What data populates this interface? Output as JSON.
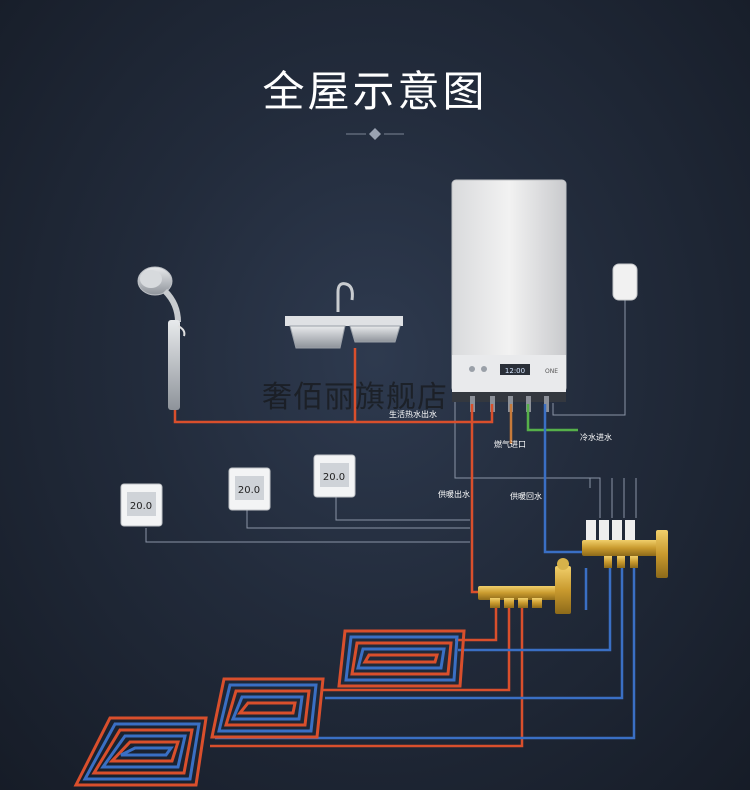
{
  "title": "全屋示意图",
  "labels": {
    "domestic_hot_water_out": "生活热水出水",
    "gas_inlet": "燃气进口",
    "cold_water_in": "冷水进水",
    "heating_supply": "供暖出水",
    "heating_return": "供暖回水"
  },
  "boiler_panel": {
    "display": "12:00",
    "badge": "ONE"
  },
  "thermostats": [
    {
      "reading": "20.0"
    },
    {
      "reading": "20.0"
    },
    {
      "reading": "20.0"
    }
  ],
  "watermark": "奢佰丽旗舰店",
  "colors": {
    "hot_pipe": "#d94f2c",
    "cold_pipe": "#3a6fc4",
    "gas_pipe": "#c77a3a",
    "cold_water_pipe": "#56b04a",
    "signal_wire": "#8a94a6",
    "brass": "#c9a23a"
  }
}
